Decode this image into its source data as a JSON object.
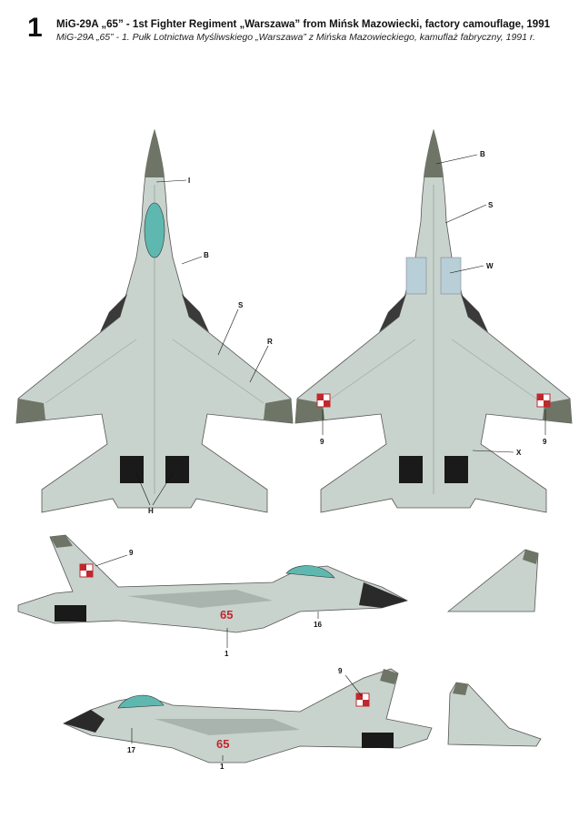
{
  "header": {
    "scheme_number": "1",
    "title_en": "MiG-29A „65” - 1st Fighter Regiment „Warszawa” from Mińsk Mazowiecki, factory camouflage, 1991",
    "title_pl": "MiG-29A „65” - 1. Pułk Lotnictwa Myśliwskiego „Warszawa” z Mińska Mazowieckiego, kamuflaż fabryczny, 1991 r."
  },
  "top_view": {
    "labels": [
      "I",
      "B",
      "S",
      "R",
      "H"
    ]
  },
  "bottom_view": {
    "labels": [
      "B",
      "S",
      "W",
      "9",
      "9",
      "X"
    ]
  },
  "left_side": {
    "labels": [
      "9",
      "16",
      "1"
    ],
    "code": "65"
  },
  "right_side": {
    "labels": [
      "9",
      "17",
      "1"
    ],
    "code": "65"
  },
  "colors": {
    "camo_light": "#c9d3cd",
    "camo_grey": "#9aa69f",
    "radome": "#6f7566",
    "canopy": "#5fb8b0",
    "insignia_red": "#c0282d"
  }
}
